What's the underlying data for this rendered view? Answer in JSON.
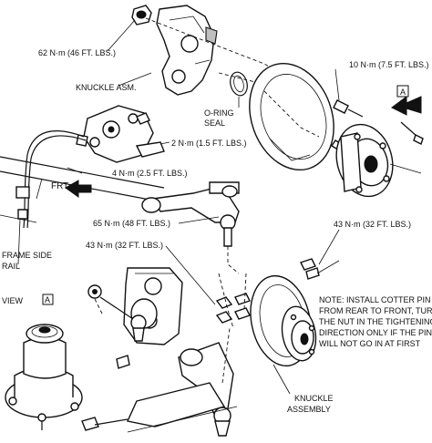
{
  "labels": {
    "torque_62": "62 N·m (46 FT. LBS.)",
    "knuckle_asm": "KNUCKLE ASM.",
    "oring_1": "O-RING",
    "oring_2": "SEAL",
    "torque_10": "10 N·m (7.5 FT. LBS.)",
    "view_a_top": "A",
    "torque_2": "2 N·m (1.5 FT. LBS.)",
    "torque_4": "4 N·m (2.5 FT. LBS.)",
    "frt": "FRT",
    "frame_side_1": "FRAME SIDE",
    "frame_side_2": "RAIL",
    "torque_65": "65 N·m (48 FT. LBS.)",
    "torque_43_left": "43 N·m (32 FT. LBS.)",
    "torque_43_right": "43 N·m (32 FT. LBS.)",
    "view_word": "VIEW",
    "view_a": "A",
    "note_1": "NOTE: INSTALL COTTER PIN",
    "note_2": "FROM REAR TO FRONT, TURN",
    "note_3": "THE NUT IN THE TIGHTENING",
    "note_4": "DIRECTION ONLY IF THE PIN",
    "note_5": "WILL NOT GO IN AT FIRST",
    "knuckle_assembly_1": "KNUCKLE",
    "knuckle_assembly_2": "ASSEMBLY"
  }
}
